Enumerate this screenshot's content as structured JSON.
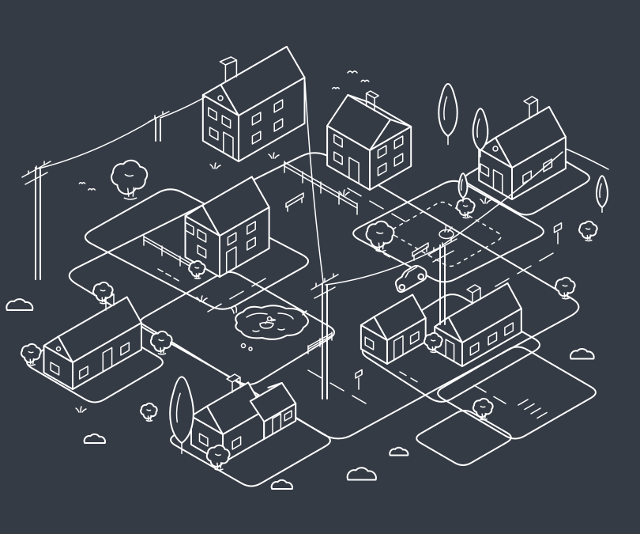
{
  "scene": {
    "title": "Isometric white line-art illustration of a small neighborhood",
    "background_color": "#353b45",
    "line_color": "#ffffff",
    "objects": {
      "houses": [
        "large two-story house with chimney (top left)",
        "two-story house with fenced yard (top middle)",
        "cottney cottage with chimney on its own plot (top right)",
        "two-story house on the west block (mid left)",
        "long single-story house with chimney (east block)",
        "small cottage (center of south-east block)",
        "long farmhouse with chimney on its own pad (bottom left)",
        "house with attached garage and chimney (bottom center)"
      ],
      "nature": [
        "round leafy trees",
        "tall poplar trees",
        "bushes",
        "pond with duck and ripples",
        "stones",
        "grass tufts",
        "flying birds"
      ],
      "infrastructure": [
        "looped isometric streets with dashed center lines",
        "four rounded city blocks",
        "utility poles with crossarms",
        "sagging power lines",
        "picket fences",
        "dashed garden path with planter",
        "benches",
        "mailbox",
        "small sign",
        "crosswalk on side pad",
        "parked car"
      ]
    }
  }
}
